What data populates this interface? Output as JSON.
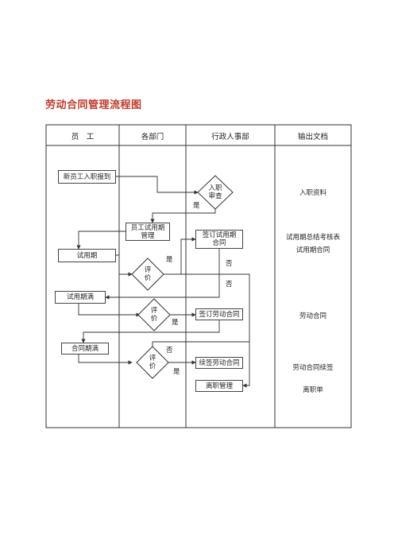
{
  "title": "劳动合同管理流程图",
  "headers": [
    "员　工",
    "各部门",
    "行政人事部",
    "输出文档"
  ],
  "boxes": {
    "new_employee": "新员工入职报到",
    "trial_mgmt": "员工试用期\n管理",
    "sign_trial": "签订试用期\n合同",
    "probation": "试用期",
    "probation_end": "试用期满",
    "sign_labor": "签订劳动合同",
    "contract_end": "合同期满",
    "renew_labor": "续签劳动合同",
    "resign_mgmt": "离职管理"
  },
  "diamonds": {
    "entry_review": "入职\n审查",
    "eval1": "评\n价",
    "eval2": "评\n价",
    "eval3": "评\n价"
  },
  "labels": {
    "yes": "是",
    "no": "否"
  },
  "outputs": [
    "入职资料",
    "试用期总结考核表",
    "试用期合同",
    "劳动合同",
    "劳动合同续签",
    "离职单"
  ]
}
